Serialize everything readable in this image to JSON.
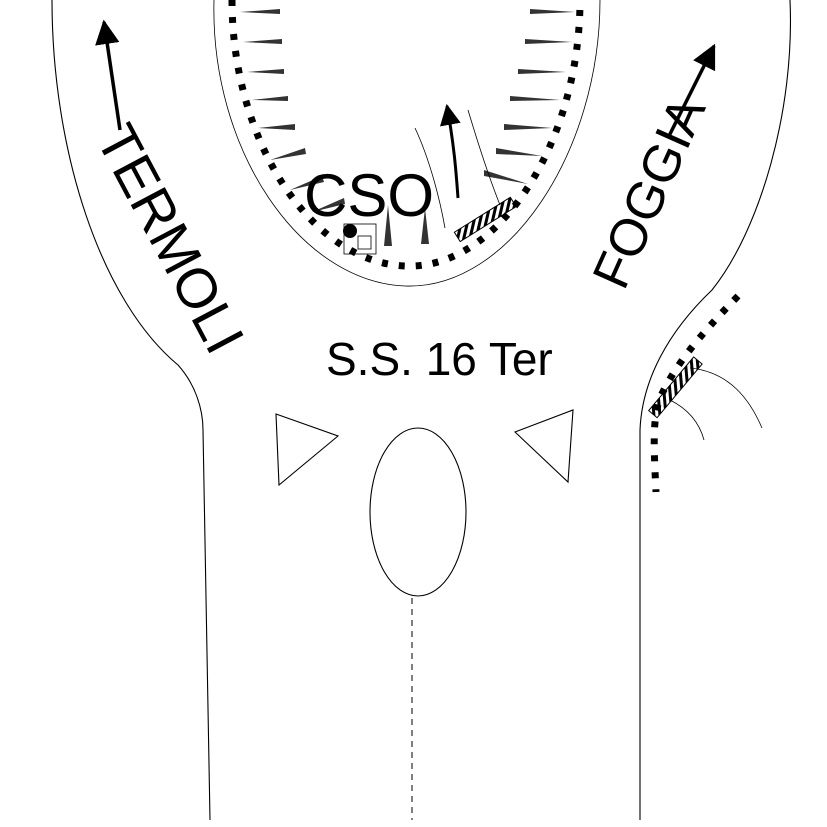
{
  "labels": {
    "termoli": "TERMOLI",
    "foggia": "FOGGIA",
    "cso": "CSO",
    "road": "S.S. 16 Ter"
  },
  "colors": {
    "ink": "#000000",
    "background": "#ffffff",
    "spike": "#333333"
  }
}
